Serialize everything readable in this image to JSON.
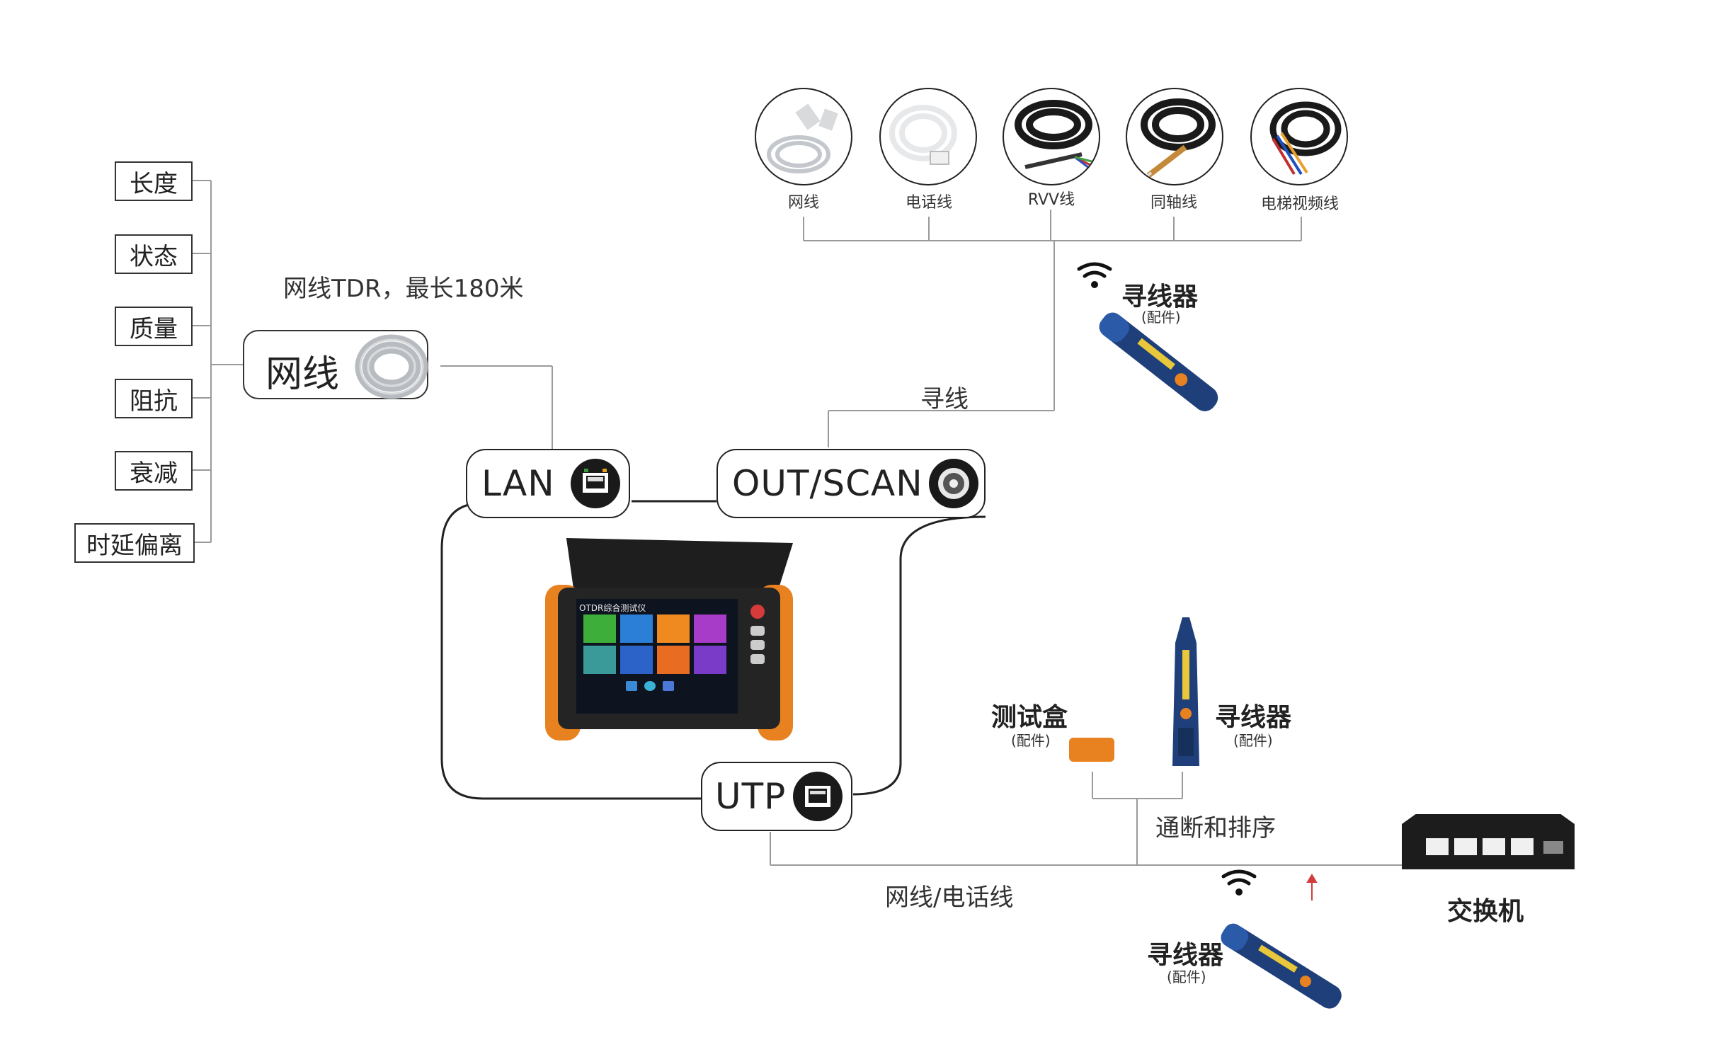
{
  "diagram": {
    "left_items": [
      "长度",
      "状态",
      "质量",
      "阻抗",
      "衰减",
      "时延偏离"
    ],
    "cable_node": "网线",
    "tdr_caption": "网线TDR，最长180米",
    "ports": {
      "lan": "LAN",
      "out_scan": "OUT/SCAN",
      "utp": "UTP"
    },
    "device_screen_title": "OTDR综合测试仪",
    "cable_types": [
      "网线",
      "电话线",
      "RVV线",
      "同轴线",
      "电梯视频线"
    ],
    "tracer_top": {
      "name": "寻线器",
      "sub": "(配件)"
    },
    "trace_label": "寻线",
    "test_box": {
      "name": "测试盒",
      "sub": "(配件)"
    },
    "tracer_mid": {
      "name": "寻线器",
      "sub": "(配件)"
    },
    "continuity_label": "通断和排序",
    "line_label": "网线/电话线",
    "tracer_bottom": {
      "name": "寻线器",
      "sub": "(配件)"
    },
    "switch_label": "交换机",
    "colors": {
      "line": "#9a9a9a",
      "orange": "#e8811f",
      "tracer_blue": "#1f3f7a",
      "dark": "#1a1a1a"
    }
  }
}
